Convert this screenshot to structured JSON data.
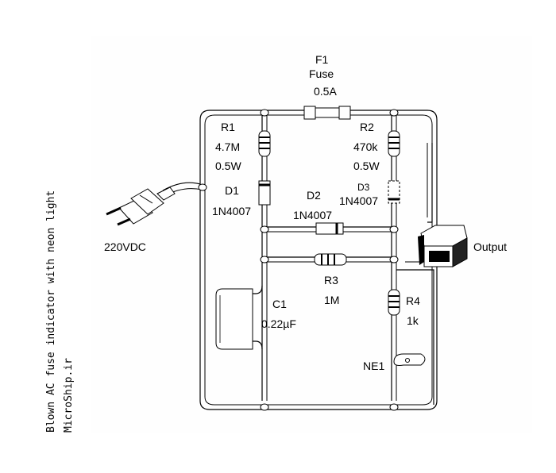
{
  "side_title": "Blown AC fuse indicator with neon light",
  "site": "MicroShip.ir",
  "components": {
    "fuse": {
      "ref": "F1",
      "name": "Fuse",
      "value": "0.5A"
    },
    "r1": {
      "ref": "R1",
      "value": "4.7M",
      "power": "0.5W"
    },
    "r2": {
      "ref": "R2",
      "value": "470k",
      "power": "0.5W"
    },
    "d1": {
      "ref": "D1",
      "part": "1N4007"
    },
    "d2": {
      "ref": "D2",
      "part": "1N4007"
    },
    "d3": {
      "ref": "D3",
      "part": "1N4007"
    },
    "r3": {
      "ref": "R3",
      "value": "1M"
    },
    "r4": {
      "ref": "R4",
      "value": "1k"
    },
    "c1": {
      "ref": "C1",
      "value": "0.22µF"
    },
    "ne1": {
      "ref": "NE1"
    }
  },
  "input_label": "220VDC",
  "output_label": "Output"
}
